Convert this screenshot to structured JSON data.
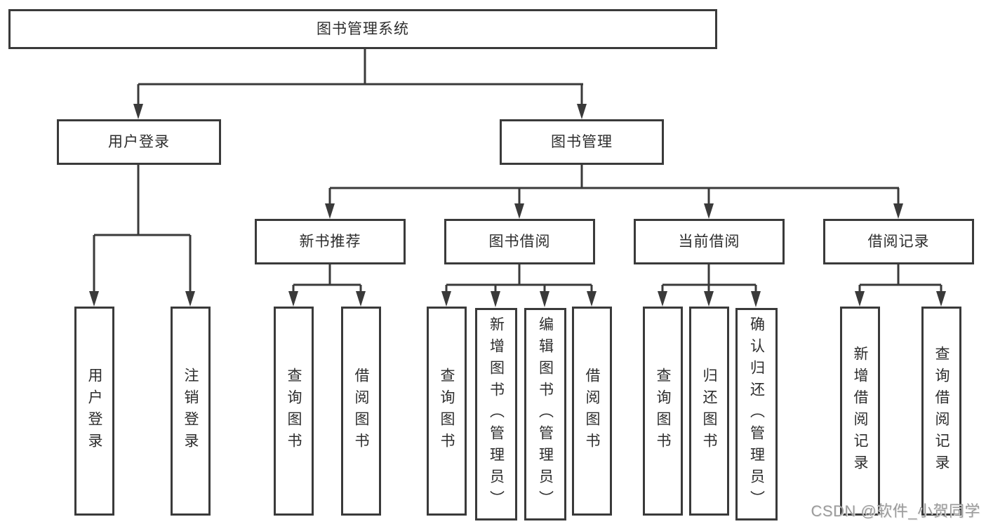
{
  "page": {
    "background": "#ffffff"
  },
  "colors": {
    "line": "#3a3a3a",
    "box_border": "#3a3a3a",
    "text": "#2d2d2d",
    "watermark": "#9b9b9b"
  },
  "diagram": {
    "root": {
      "label": "图书管理系统"
    },
    "branches": [
      {
        "label": "用户登录",
        "children": [
          {
            "label": "用户登录"
          },
          {
            "label": "注销登录"
          }
        ]
      },
      {
        "label": "图书管理",
        "children": [
          {
            "label": "新书推荐",
            "children": [
              {
                "label": "查询图书"
              },
              {
                "label": "借阅图书"
              }
            ]
          },
          {
            "label": "图书借阅",
            "children": [
              {
                "label": "查询图书"
              },
              {
                "label": "新增图书（管理员）"
              },
              {
                "label": "编辑图书（管理员）"
              },
              {
                "label": "借阅图书"
              }
            ]
          },
          {
            "label": "当前借阅",
            "children": [
              {
                "label": "查询图书"
              },
              {
                "label": "归还图书"
              },
              {
                "label": "确认归还（管理员）"
              }
            ]
          },
          {
            "label": "借阅记录",
            "children": [
              {
                "label": "新增借阅记录"
              },
              {
                "label": "查询借阅记录"
              }
            ]
          }
        ]
      }
    ]
  },
  "watermark": {
    "text": "CSDN @软件_小贺同学"
  }
}
